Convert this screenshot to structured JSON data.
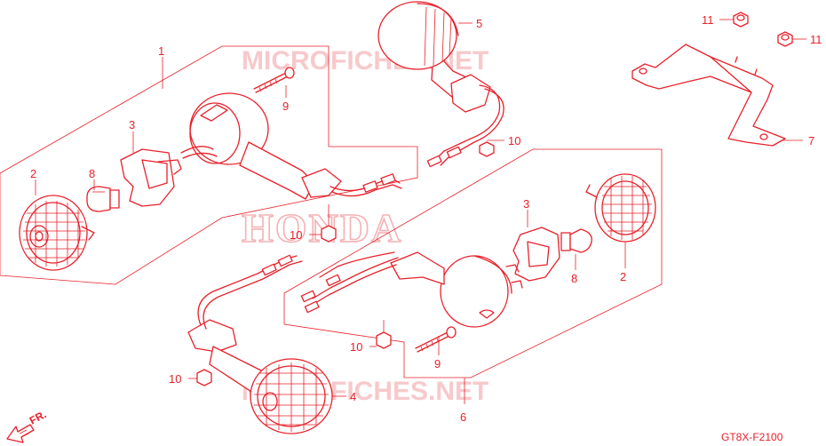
{
  "watermarks": {
    "site_top": "MICROFICHES.NET",
    "brand": "HONDA",
    "site_bottom": "MICROFICHES.NET"
  },
  "callouts": {
    "c1": "1",
    "c2a": "2",
    "c2b": "2",
    "c3a": "3",
    "c3b": "3",
    "c4": "4",
    "c5": "5",
    "c6": "6",
    "c7": "7",
    "c8a": "8",
    "c8b": "8",
    "c9a": "9",
    "c9b": "9",
    "c10a": "10",
    "c10b": "10",
    "c10c": "10",
    "c10d": "10",
    "c11a": "11",
    "c11b": "11"
  },
  "front_label": "FR.",
  "diagram_code": "GT8X-F2100",
  "colors": {
    "line": "#e8202a",
    "watermark": "#f7c9cb"
  }
}
